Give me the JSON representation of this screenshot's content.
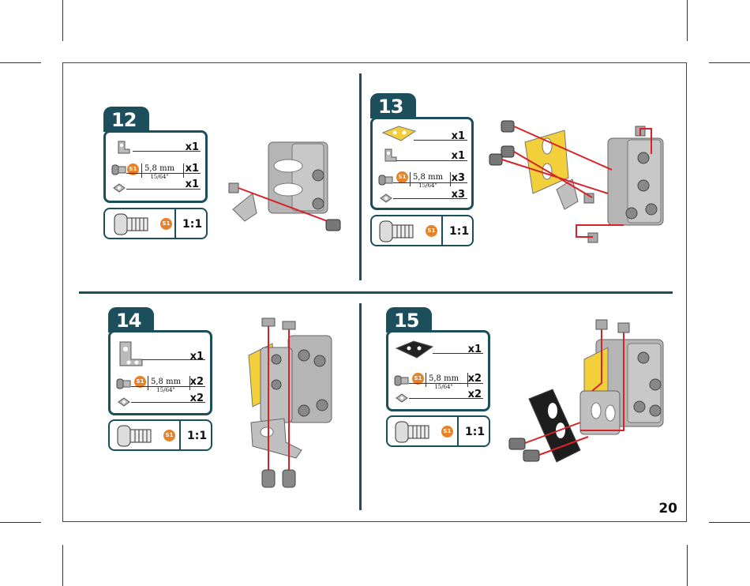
{
  "steps": [
    {
      "number": "12",
      "parts": [
        {
          "icon": "angle-bracket-icon",
          "qty": "x1"
        },
        {
          "icon": "bolt-icon",
          "qty": "x1",
          "badge": "S1",
          "length_mm": "5,8 mm",
          "length_in": "15/64\""
        },
        {
          "icon": "nut-icon",
          "qty": "x1"
        }
      ],
      "scale": {
        "badge": "S1",
        "ratio": "1:1"
      }
    },
    {
      "number": "13",
      "parts": [
        {
          "icon": "yellow-plate-icon",
          "qty": "x1"
        },
        {
          "icon": "angle-bracket-icon",
          "qty": "x1"
        },
        {
          "icon": "bolt-icon",
          "qty": "x3",
          "badge": "S1",
          "length_mm": "5,8 mm",
          "length_in": "15/64\""
        },
        {
          "icon": "nut-icon",
          "qty": "x3"
        }
      ],
      "scale": {
        "badge": "S1",
        "ratio": "1:1"
      }
    },
    {
      "number": "14",
      "parts": [
        {
          "icon": "double-bracket-icon",
          "qty": "x1"
        },
        {
          "icon": "bolt-icon",
          "qty": "x2",
          "badge": "S1",
          "length_mm": "5,8 mm",
          "length_in": "15/64\""
        },
        {
          "icon": "nut-icon",
          "qty": "x2"
        }
      ],
      "scale": {
        "badge": "S1",
        "ratio": "1:1"
      }
    },
    {
      "number": "15",
      "parts": [
        {
          "icon": "black-plate-icon",
          "qty": "x1"
        },
        {
          "icon": "bolt-icon",
          "qty": "x2",
          "badge": "S1",
          "length_mm": "5,8 mm",
          "length_in": "15/64\""
        },
        {
          "icon": "nut-icon",
          "qty": "x2"
        }
      ],
      "scale": {
        "badge": "S1",
        "ratio": "1:1"
      }
    }
  ],
  "page_number": "20",
  "colors": {
    "teal": "#1d4e5c",
    "badge": "#e6832a",
    "yellow": "#f2d03b",
    "metal": "#a9a9a9",
    "assembly_line": "#d8222a"
  }
}
